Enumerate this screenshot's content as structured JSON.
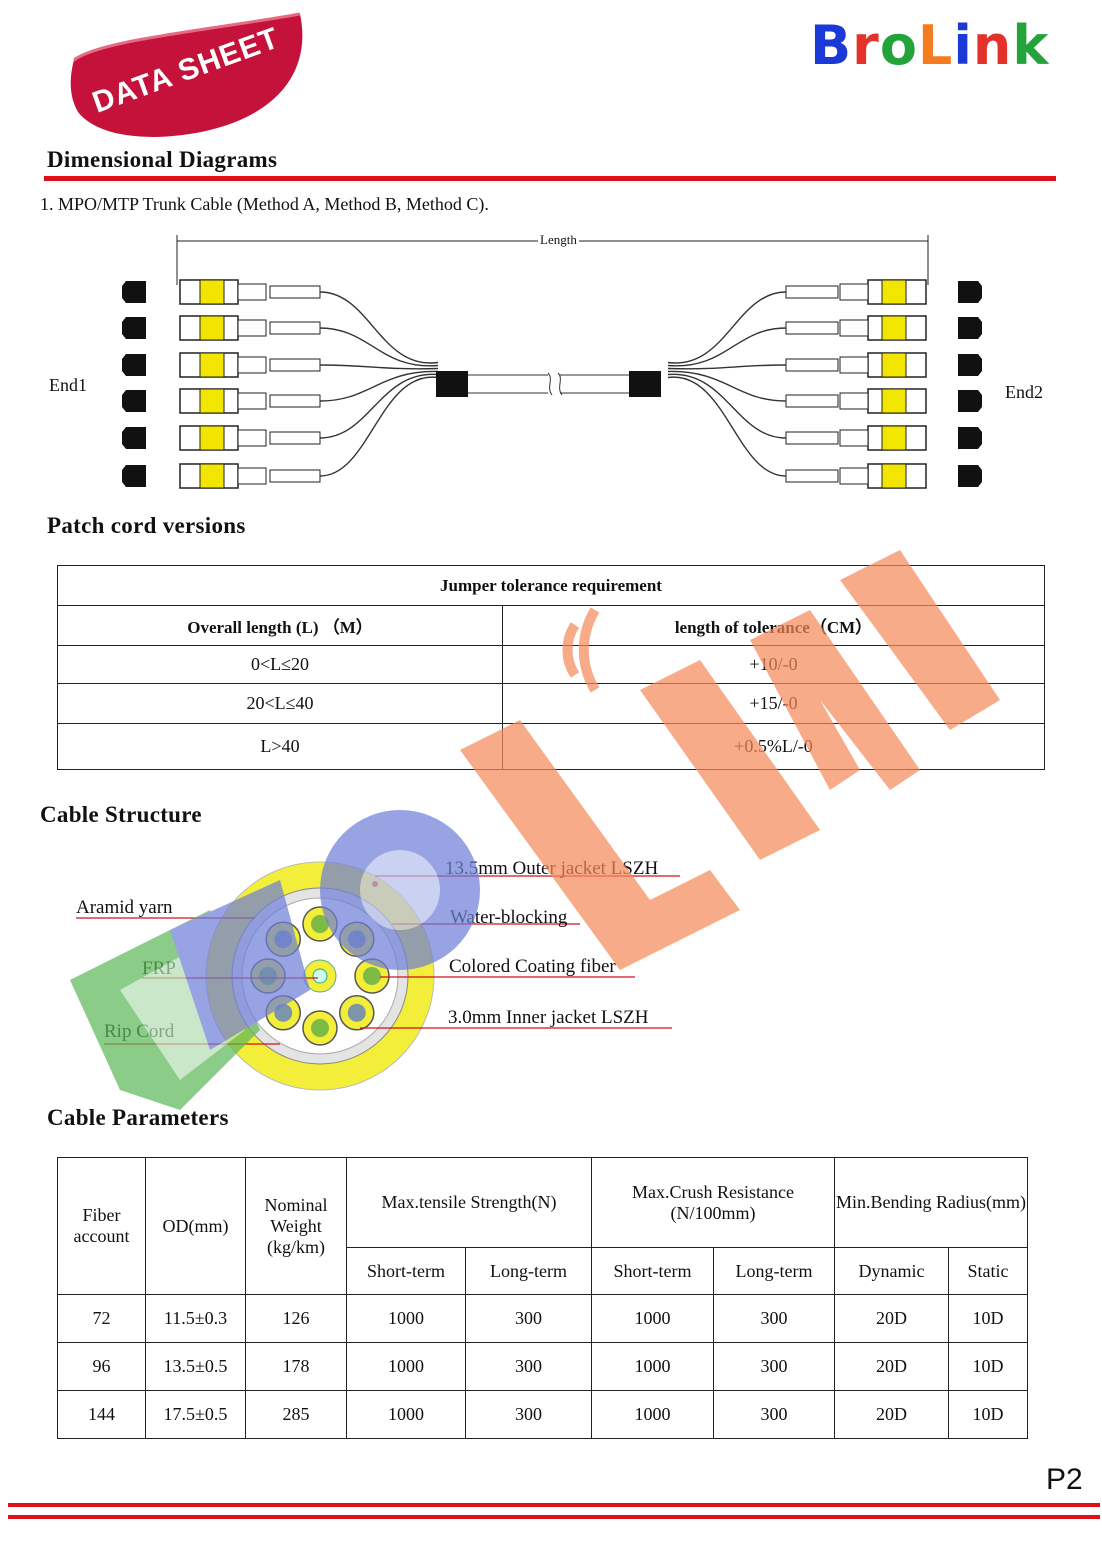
{
  "header": {
    "badge": "DATA SHEET",
    "logo": "BroLink",
    "logo_colors": [
      "#1a39d6",
      "#e4322b",
      "#23a43a",
      "#f47b20",
      "#1a39d6",
      "#e4322b",
      "#23a43a"
    ]
  },
  "sections": {
    "dimensional": "Dimensional Diagrams",
    "patch": "Patch cord versions",
    "structure": "Cable Structure",
    "parameters": "Cable Parameters"
  },
  "dimensional_caption": "1. MPO/MTP Trunk Cable (Method A, Method B, Method C).",
  "diagram": {
    "length_label": "Length",
    "end1": "End1",
    "end2": "End2"
  },
  "tolerance_table": {
    "title": "Jumper tolerance requirement",
    "col1": "Overall length (L)  （M）",
    "col2": "length of tolerance（CM）",
    "rows": [
      [
        "0<L≤20",
        "+10/-0"
      ],
      [
        "20<L≤40",
        "+15/-0"
      ],
      [
        "L>40",
        "+0.5%L/-0"
      ]
    ]
  },
  "structure_labels": {
    "outer_jacket": "13.5mm Outer jacket LSZH",
    "water_blocking": "Water-blocking",
    "colored_fiber": "Colored Coating fiber",
    "inner_jacket": "3.0mm Inner jacket LSZH",
    "aramid": "Aramid yarn",
    "frp": "FRP",
    "rip_cord": "Rip Cord"
  },
  "params_table": {
    "headers": {
      "fiber": "Fiber account",
      "od": "OD(mm)",
      "weight": "Nominal Weight (kg/km)",
      "tensile": "Max.tensile Strength(N)",
      "crush": "Max.Crush Resistance (N/100mm)",
      "bending": "Min.Bending Radius(mm)",
      "short": "Short-term",
      "long": "Long-term",
      "dynamic": "Dynamic",
      "static": "Static"
    },
    "rows": [
      [
        "72",
        "11.5±0.3",
        "126",
        "1000",
        "300",
        "1000",
        "300",
        "20D",
        "10D"
      ],
      [
        "96",
        "13.5±0.5",
        "178",
        "1000",
        "300",
        "1000",
        "300",
        "20D",
        "10D"
      ],
      [
        "144",
        "17.5±0.5",
        "285",
        "1000",
        "300",
        "1000",
        "300",
        "20D",
        "10D"
      ]
    ]
  },
  "footer": {
    "page": "P2"
  }
}
